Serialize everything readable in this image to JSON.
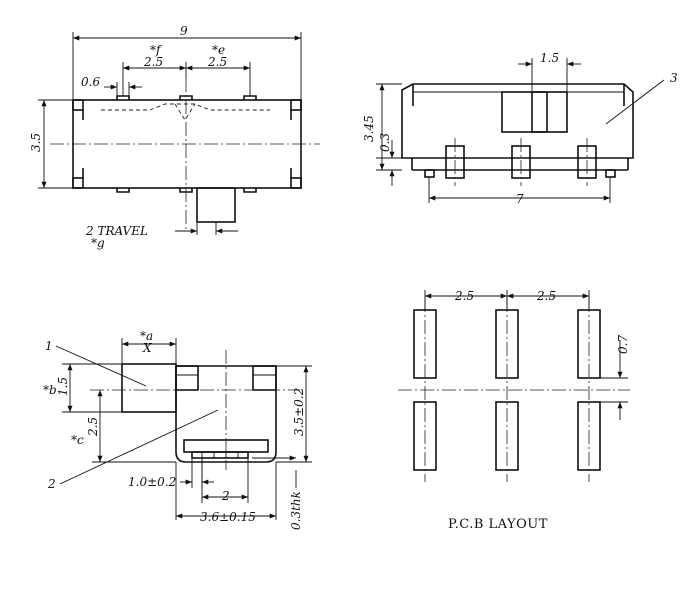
{
  "top_view": {
    "width_dim": "9",
    "height_dim": "3.5",
    "dim_0_6": "0.6",
    "f_label": "*f",
    "f_pitch": "2.5",
    "e_label": "*e",
    "e_pitch": "2.5",
    "travel_label": "2 TRAVEL",
    "g_label": "*g"
  },
  "side_view": {
    "pitch_dim": "1.5",
    "height_dim": "3.45",
    "base_dim": "0.3",
    "width_dim": "7",
    "callout": "3"
  },
  "end_view": {
    "callout_1": "1",
    "callout_2": "2",
    "a_label": "*a",
    "x_label": "X",
    "b_label": "*b",
    "b_dim": "1.5",
    "c_label": "*c",
    "c_dim": "2.5",
    "height_dim": "3.5±0.2",
    "lead_dim": "1.0±0.2",
    "pitch_dim": "2",
    "width_dim": "3.6±0.15",
    "thickness_dim": "0.3thk"
  },
  "pcb_layout": {
    "title": "P.C.B LAYOUT",
    "pitch_left": "2.5",
    "pitch_right": "2.5",
    "gap_dim": "0.7"
  }
}
